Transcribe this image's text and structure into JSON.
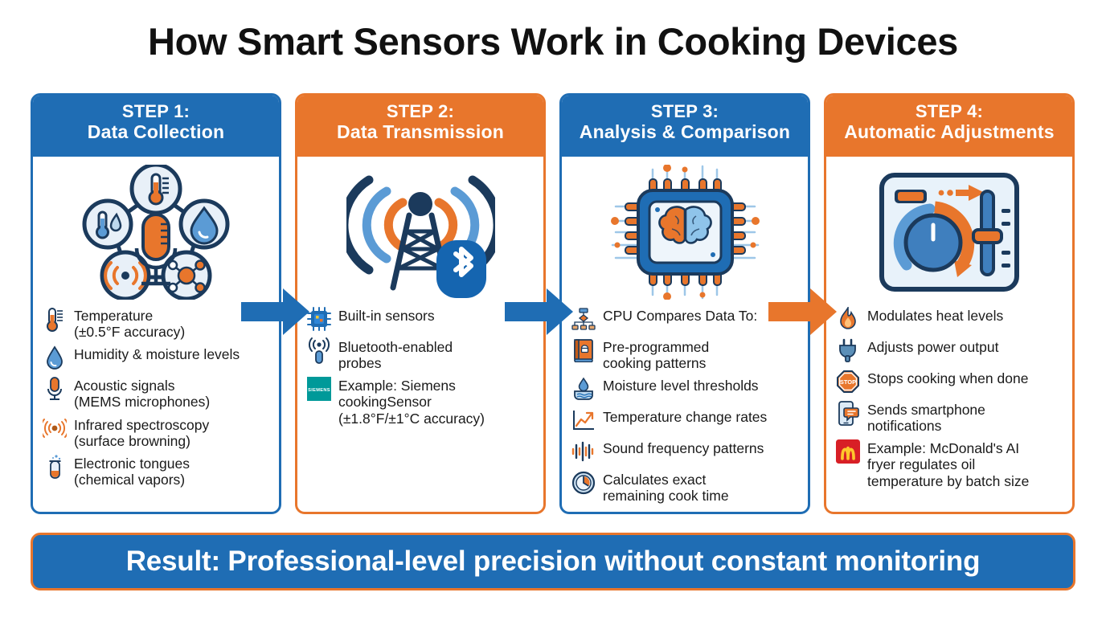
{
  "title": "How Smart Sensors Work in Cooking Devices",
  "colors": {
    "blue": "#1f6db4",
    "orange": "#e8762c",
    "light_blue": "#5b9bd5",
    "dark_navy": "#1b3a5c",
    "text": "#1a1a1a",
    "white": "#ffffff",
    "mcdonalds_red": "#d81f26",
    "mcdonalds_yellow": "#ffc72c",
    "siemens_teal": "#009999"
  },
  "steps": [
    {
      "accent": "blue",
      "step_label": "STEP 1:",
      "step_title": "Data Collection",
      "illustration_name": "sensor-network-illustration",
      "items": [
        {
          "icon": "thermometer-icon",
          "text": "Temperature\n(±0.5°F accuracy)"
        },
        {
          "icon": "water-drop-icon",
          "text": "Humidity & moisture levels"
        },
        {
          "icon": "microphone-icon",
          "text": "Acoustic signals\n(MEMS microphones)"
        },
        {
          "icon": "infrared-waves-icon",
          "text": "Infrared spectroscopy\n(surface browning)"
        },
        {
          "icon": "test-tube-icon",
          "text": "Electronic tongues\n(chemical vapors)"
        }
      ]
    },
    {
      "accent": "orange",
      "step_label": "STEP 2:",
      "step_title": "Data Transmission",
      "illustration_name": "radio-tower-bluetooth-illustration",
      "items": [
        {
          "icon": "microchip-icon",
          "text": "Built-in sensors"
        },
        {
          "icon": "bluetooth-probe-icon",
          "text": "Bluetooth-enabled\nprobes"
        },
        {
          "icon": "siemens-logo-icon",
          "text": "Example: Siemens\ncookingSensor\n(±1.8°F/±1°C accuracy)"
        }
      ]
    },
    {
      "accent": "blue",
      "step_label": "STEP 3:",
      "step_title": "Analysis & Comparison",
      "illustration_name": "ai-chip-brain-illustration",
      "items": [
        {
          "icon": "network-tree-icon",
          "text": "CPU Compares Data To:"
        },
        {
          "icon": "cookbook-icon",
          "text": "Pre-programmed\ncooking patterns"
        },
        {
          "icon": "moisture-pan-icon",
          "text": "Moisture level thresholds"
        },
        {
          "icon": "trend-chart-icon",
          "text": "Temperature change rates"
        },
        {
          "icon": "waveform-icon",
          "text": "Sound frequency patterns"
        },
        {
          "icon": "clock-icon",
          "text": "Calculates exact\nremaining cook time"
        }
      ]
    },
    {
      "accent": "orange",
      "step_label": "STEP 4:",
      "step_title": "Automatic Adjustments",
      "illustration_name": "control-panel-knob-illustration",
      "items": [
        {
          "icon": "flame-icon",
          "text": "Modulates heat levels"
        },
        {
          "icon": "power-plug-icon",
          "text": "Adjusts power output"
        },
        {
          "icon": "stop-sign-icon",
          "text": "Stops cooking when done"
        },
        {
          "icon": "smartphone-notification-icon",
          "text": "Sends smartphone\nnotifications"
        },
        {
          "icon": "mcdonalds-logo-icon",
          "text": "Example: McDonald's AI\nfryer regulates oil\ntemperature by batch size"
        }
      ]
    }
  ],
  "arrows": [
    {
      "name": "arrow-step1-to-step2",
      "color": "blue"
    },
    {
      "name": "arrow-step2-to-step3",
      "color": "blue"
    },
    {
      "name": "arrow-step3-to-step4",
      "color": "orange"
    }
  ],
  "result": {
    "text": "Result: Professional-level precision without constant monitoring"
  }
}
